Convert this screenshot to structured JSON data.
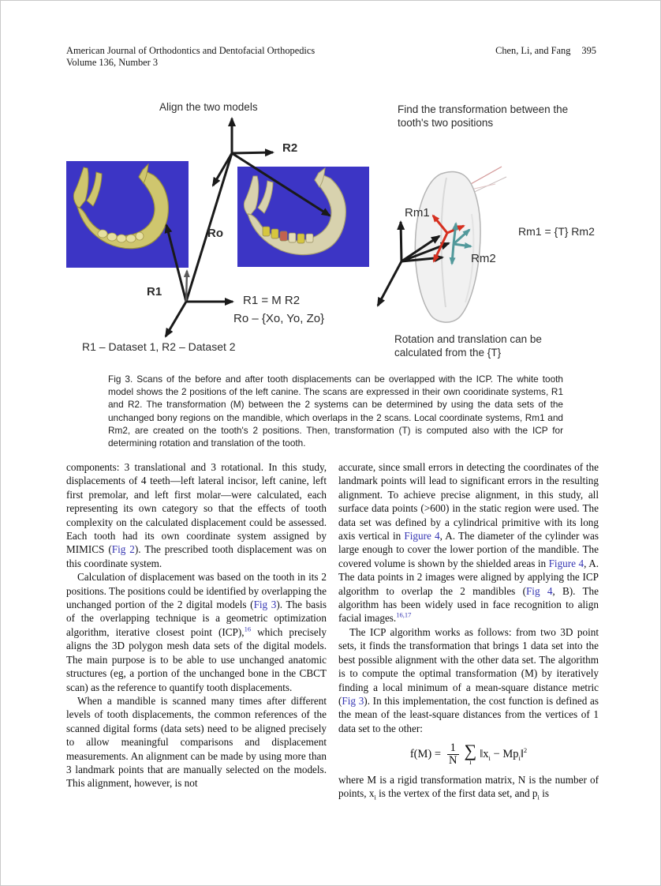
{
  "header": {
    "journal": "American Journal of Orthodontics and Dentofacial Orthopedics",
    "volume": "Volume 136, Number 3",
    "authors": "Chen, Li, and Fang",
    "page_number": "395"
  },
  "figure": {
    "align_label": "Align the two models",
    "find_label": "Find the transformation between the\ntooth's two positions",
    "r2_label": "R2",
    "ro_label": "Ro",
    "r1_label": "R1",
    "r1_equation": "R1 = M R2",
    "ro_equation": "Ro – {Xo, Yo, Zo}",
    "datasets_label": "R1 – Dataset 1, R2 – Dataset 2",
    "rm1_label": "Rm1",
    "rm2_label": "Rm2",
    "rm_equation": "Rm1 = {T} Rm2",
    "rotation_label": "Rotation and translation can be\ncalculated from the {T}",
    "colors": {
      "scan_background": "#3c35c5",
      "mandible_left": "#cfc66e",
      "mandible_right": "#d8d2ae",
      "rm1_arrows": "#d63020",
      "rm2_arrows": "#52999b",
      "black_arrows": "#1a1a1a"
    }
  },
  "caption": {
    "text": "Fig 3.  Scans of the before and after tooth displacements can be overlapped with the ICP. The white tooth model shows the 2 positions of the left canine. The scans are expressed in their own cooridinate systems, R1 and R2. The transformation (M) between the 2 systems can be determined by using the data sets of the unchanged bony regions on the mandible, which overlaps in the 2 scans. Local coordinate systems, Rm1 and Rm2, are created on the tooth's 2 positions. Then, transformation (T) is computed also with the ICP for determining rotation and translation of the tooth."
  },
  "columns": {
    "left": {
      "p1": [
        {
          "t": "text",
          "s": "components: 3 translational and 3 rotational. In this study, displacements of 4 teeth—left lateral incisor, left canine, left first premolar, and left first molar—were calculated, each representing its own category so that the effects of tooth complexity on the calculated displacement could be assessed. Each tooth had its own coordinate system assigned by MIMICS ("
        },
        {
          "t": "ref",
          "s": "Fig 2"
        },
        {
          "t": "text",
          "s": "). The prescribed tooth displacement was on this coordinate system."
        }
      ],
      "p2": [
        {
          "t": "text",
          "s": "Calculation of displacement was based on the tooth in its 2 positions. The positions could be identified by overlapping the unchanged portion of the 2 digital models ("
        },
        {
          "t": "ref",
          "s": "Fig 3"
        },
        {
          "t": "text",
          "s": "). The basis of the overlapping technique is a geometric optimization algorithm, iterative closest point (ICP),"
        },
        {
          "t": "sup",
          "s": "16"
        },
        {
          "t": "text",
          "s": " which precisely aligns the 3D polygon mesh data sets of the digital models. The main purpose is to be able to use unchanged anatomic structures (eg, a portion of the unchanged bone in the CBCT scan) as the reference to quantify tooth displacements."
        }
      ],
      "p3": [
        {
          "t": "text",
          "s": "When a mandible is scanned many times after different levels of tooth displacements, the common references of the scanned digital forms (data sets) need to be aligned precisely to allow meaningful comparisons and displacement measurements. An alignment can be made by using more than 3 landmark points that are manually selected on the models. This alignment, however, is not"
        }
      ]
    },
    "right": {
      "p1": [
        {
          "t": "text",
          "s": "accurate, since small errors in detecting the coordinates of the landmark points will lead to significant errors in the resulting alignment. To achieve precise alignment, in this study, all surface data points (>600) in the static region were used. The data set was defined by a cylindrical primitive with its long axis vertical in "
        },
        {
          "t": "ref",
          "s": "Figure 4"
        },
        {
          "t": "text",
          "s": ", A. The diameter of the cylinder was large enough to cover the lower portion of the mandible. The covered volume is shown by the shielded areas in "
        },
        {
          "t": "ref",
          "s": "Figure 4"
        },
        {
          "t": "text",
          "s": ", A. The data points in 2 images were aligned by applying the ICP algorithm to overlap the 2 mandibles ("
        },
        {
          "t": "ref",
          "s": "Fig 4"
        },
        {
          "t": "text",
          "s": ", B). The algorithm has been widely used in face recognition to align facial images."
        },
        {
          "t": "sup",
          "s": "16,17"
        }
      ],
      "p2": [
        {
          "t": "text",
          "s": "The ICP algorithm works as follows: from two 3D point sets, it finds the transformation that brings 1 data set into the best possible alignment with the other data set. The algorithm is to compute the optimal transformation (M) by iteratively finding a local minimum of a mean-square distance metric ("
        },
        {
          "t": "ref",
          "s": "Fig 3"
        },
        {
          "t": "text",
          "s": "). In this implementation, the cost function is defined as the mean of the least-square distances from the vertices of 1 data set to the other:"
        }
      ],
      "p3": [
        {
          "t": "text",
          "s": "where M is a rigid transformation matrix, N is the number of points, x"
        },
        {
          "t": "sub",
          "s": "i"
        },
        {
          "t": "text",
          "s": " is the vertex of the first data set, and p"
        },
        {
          "t": "sub",
          "s": "i"
        },
        {
          "t": "text",
          "s": " is"
        }
      ]
    }
  },
  "formula": {
    "lhs": "f(M) = ",
    "frac_num": "1",
    "frac_den": "N",
    "sum_op": "∑",
    "sum_sub": "i",
    "rhs": [
      {
        "t": "text",
        "s": "‖x"
      },
      {
        "t": "sub",
        "s": "i"
      },
      {
        "t": "text",
        "s": " − Mp"
      },
      {
        "t": "sub",
        "s": "i"
      },
      {
        "t": "text",
        "s": "‖"
      },
      {
        "t": "supb",
        "s": "2"
      }
    ]
  }
}
